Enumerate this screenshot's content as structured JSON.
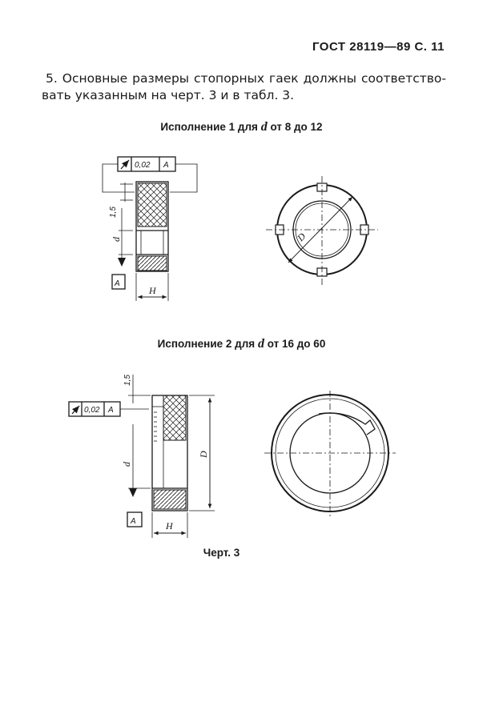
{
  "header": {
    "text": "ГОСТ 28119—89 С. 11"
  },
  "paragraph": {
    "line1": "5. Основные размеры стопорных гаек должны соответство-",
    "line2": "вать указанным на черт. 3 и в табл. 3."
  },
  "caption1": {
    "prefix": "Исполнение 1 для",
    "var": "d",
    "suffix": "от 8 до 12"
  },
  "caption2": {
    "prefix": "Исполнение 2 для",
    "var": "d",
    "suffix": "от 16 до 60"
  },
  "figure_caption": "Черт. 3",
  "fig1": {
    "tolerance_value": "0,02",
    "datum": "A",
    "dim_offset": "1,5",
    "dim_d": "d",
    "dim_H": "H",
    "dim_D": "D"
  },
  "fig2": {
    "tolerance_value": "0,02",
    "datum": "A",
    "dim_offset": "1,5",
    "dim_d": "d",
    "dim_H": "H",
    "dim_D": "D"
  }
}
